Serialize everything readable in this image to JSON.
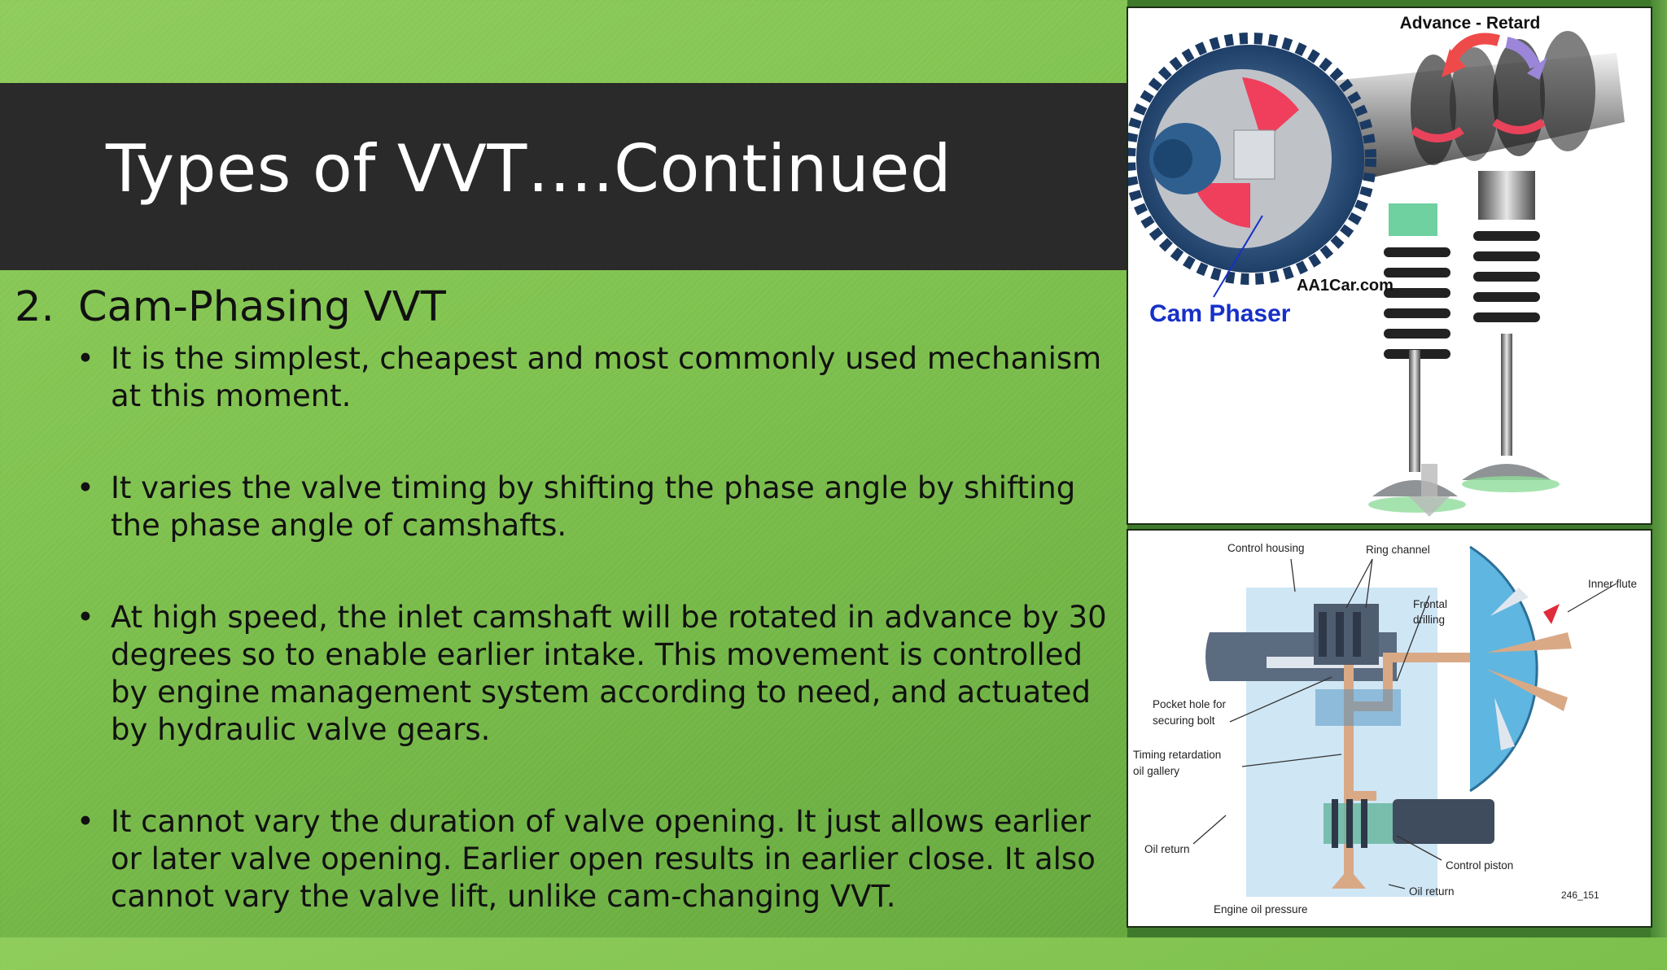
{
  "slide": {
    "title": "Types of VVT….Continued",
    "section_number": "2.",
    "section_heading": "Cam-Phasing VVT",
    "bullet_glyph": "•",
    "bullets": [
      "It is the simplest, cheapest and most commonly used mechanism at this moment.",
      "It varies the valve timing by shifting the phase angle by shifting the phase angle of camshafts.",
      "At high speed, the inlet camshaft will be rotated in advance by 30 degrees so to enable earlier intake. This movement is controlled by engine management system according to need, and actuated by hydraulic valve gears.",
      "It cannot vary the duration of valve opening. It just allows earlier or later valve opening. Earlier open results in earlier close. It also cannot vary the valve lift, unlike cam-changing VVT."
    ]
  },
  "figure_top": {
    "label_advance_retard": "Advance - Retard",
    "label_site": "AA1Car.com",
    "label_cam_phaser": "Cam Phaser"
  },
  "figure_bottom": {
    "label_control_housing": "Control housing",
    "label_ring_channel": "Ring channel",
    "label_frontal_1": "Frontal",
    "label_frontal_2": "drilling",
    "label_inner_flute": "Inner flute",
    "label_pocket_1": "Pocket hole for",
    "label_pocket_2": "securing bolt",
    "label_timing_1": "Timing retardation",
    "label_timing_2": "oil gallery",
    "label_oil_return_left": "Oil return",
    "label_control_piston": "Control piston",
    "label_oil_return_bottom": "Oil return",
    "label_figure_code": "246_151",
    "label_engine_oil": "Engine oil pressure"
  },
  "colors": {
    "background_green": "#80c24f",
    "title_band": "#2a2a2a",
    "cam_phaser_label": "#1630c8",
    "oil_channel": "#d9a986",
    "housing_blue": "#cfe6f5",
    "rotor_blue": "#5fb6e0"
  }
}
